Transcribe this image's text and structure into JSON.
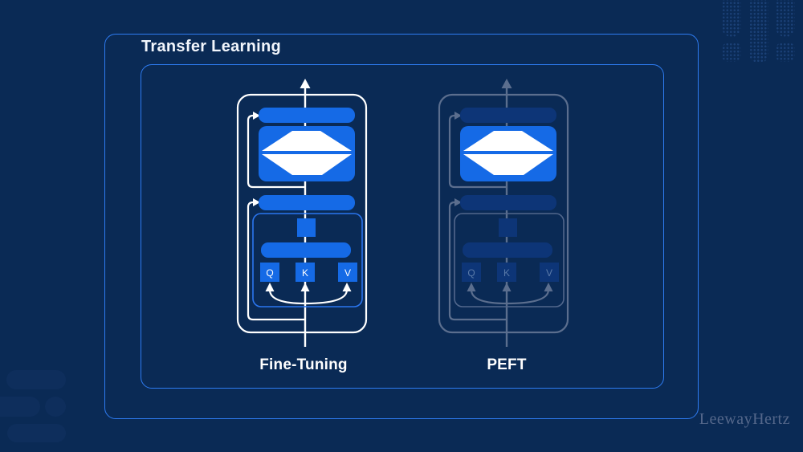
{
  "title": "Transfer Learning",
  "watermark": "LeewayHertz",
  "colors": {
    "background": "#0a2a55",
    "panel_border": "#2e7cf2",
    "title_text": "#f2f6fc",
    "label_text": "#ffffff",
    "watermark_text": "#54678a",
    "deco_dot": "#1a4076",
    "deco_fill": "#0e2e5c",
    "highlight_blue": "#156ae6"
  },
  "diagrams": [
    {
      "label": "Fine-Tuning",
      "qkv_labels": [
        "Q",
        "K",
        "V"
      ],
      "palette": {
        "line": "#ffffff",
        "block": "#156ae6",
        "attn_border": "#2b76f0",
        "qkv_text": "#ffffff",
        "ffn_block": "#156ae6",
        "ffn_shape": "#ffffff"
      }
    },
    {
      "label": "PEFT",
      "qkv_labels": [
        "Q",
        "K",
        "V"
      ],
      "palette": {
        "line": "#5b6e8e",
        "block": "#0d3577",
        "attn_border": "#52678c",
        "qkv_text": "#5a7aa8",
        "ffn_block": "#156ae6",
        "ffn_shape": "#ffffff"
      }
    }
  ]
}
